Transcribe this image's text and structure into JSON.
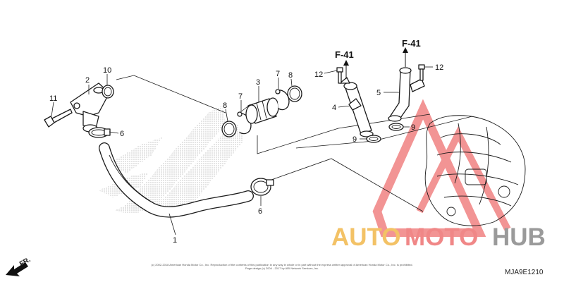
{
  "callouts": [
    {
      "id": "c1",
      "label": "1"
    },
    {
      "id": "c2",
      "label": "2"
    },
    {
      "id": "c3",
      "label": "3"
    },
    {
      "id": "c4",
      "label": "4"
    },
    {
      "id": "c5",
      "label": "5"
    },
    {
      "id": "c6a",
      "label": "6"
    },
    {
      "id": "c6b",
      "label": "6"
    },
    {
      "id": "c7a",
      "label": "7"
    },
    {
      "id": "c7b",
      "label": "7"
    },
    {
      "id": "c8a",
      "label": "8"
    },
    {
      "id": "c8b",
      "label": "8"
    },
    {
      "id": "c9a",
      "label": "9"
    },
    {
      "id": "c9b",
      "label": "9"
    },
    {
      "id": "c10",
      "label": "10"
    },
    {
      "id": "c11",
      "label": "11"
    },
    {
      "id": "c12a",
      "label": "12"
    },
    {
      "id": "c12b",
      "label": "12"
    }
  ],
  "refs": {
    "left": "F-41",
    "right": "F-41"
  },
  "direction": "FR.",
  "copyright": {
    "line1": "(c) 2002-2018 American Honda Motor Co., Inc. Reproduction of the contents of this publication in any way in whole or in part without the express written approval of American Honda Motor Co., Inc. is prohibited.",
    "line2": "Page design (c) 2004 - 2017 by ARI Network Services, Inc."
  },
  "diagram_code": "MJA9E1210",
  "watermark": {
    "brand": "AUTOMOTOHUB",
    "part_auto": "AUTO",
    "part_moto": "MOTO",
    "part_hub": "HUB",
    "colors": {
      "auto": "#f3c266",
      "moto": "#f08787",
      "hub": "#9a9a9a",
      "triangle": "#f07a7a"
    }
  }
}
